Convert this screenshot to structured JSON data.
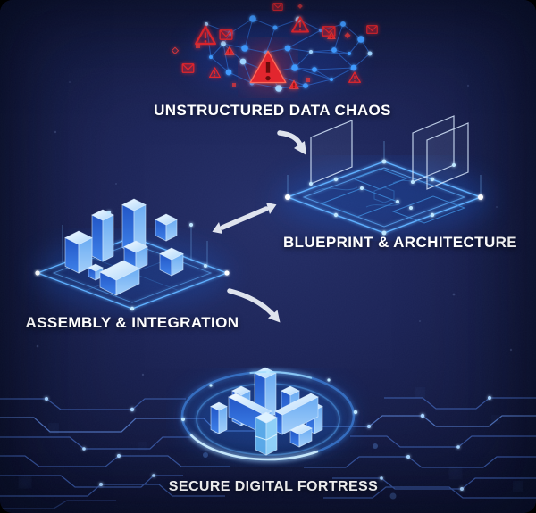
{
  "diagram": {
    "type": "process-flow-infographic",
    "stages": [
      {
        "id": "unstructured-data-chaos",
        "label": "UNSTRUCTURED DATA CHAOS",
        "illustration": "chaotic network of nodes with red warning and email icons"
      },
      {
        "id": "blueprint-architecture",
        "label": "BLUEPRINT & ARCHITECTURE",
        "illustration": "glowing isometric wireframe floor plan with translucent wall panels"
      },
      {
        "id": "assembly-integration",
        "label": "ASSEMBLY & INTEGRATION",
        "illustration": "isometric glass-blue building blocks on a glowing platform"
      },
      {
        "id": "secure-digital-fortress",
        "label": "SECURE DIGITAL FORTRESS",
        "illustration": "isometric block citadel inside a glowing protective ring"
      }
    ],
    "connections": [
      {
        "from": "UNSTRUCTURED DATA CHAOS",
        "to": "BLUEPRINT & ARCHITECTURE",
        "direction": "one-way",
        "style": "curved-white-arrow"
      },
      {
        "from": "ASSEMBLY & INTEGRATION",
        "to": "BLUEPRINT & ARCHITECTURE",
        "direction": "two-way",
        "style": "straight-white-double-arrow"
      },
      {
        "from": "ASSEMBLY & INTEGRATION",
        "to": "SECURE DIGITAL FORTRESS",
        "direction": "one-way",
        "style": "curved-white-arrow"
      }
    ],
    "icons": [
      "warning-triangle-icon",
      "email-icon",
      "network-node-icon"
    ],
    "colors": {
      "background": "#1c2457",
      "background_center": "#242e67",
      "background_edge": "#0e1335",
      "glow_blue": "#4fa6ff",
      "glow_cyan": "#8fd8ff",
      "alert_red": "#e2262d",
      "arrow_white": "#e9edf5",
      "text": "#ffffff",
      "circuit_line": "#3c5ca8"
    }
  }
}
